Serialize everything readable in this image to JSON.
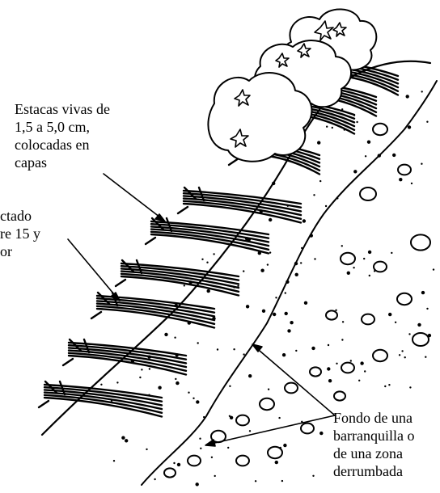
{
  "labels": {
    "stakes": [
      "Estacas vivas de",
      "1,5 a 5,0 cm,",
      "colocadas en",
      "capas"
    ],
    "fill": [
      "ctado",
      "re 15 y",
      "or"
    ],
    "bottom": [
      "Fondo de una",
      "barranquilla o",
      "de una zona",
      "derrumbada"
    ]
  },
  "colors": {
    "ink": "#000000",
    "paper": "#ffffff"
  }
}
